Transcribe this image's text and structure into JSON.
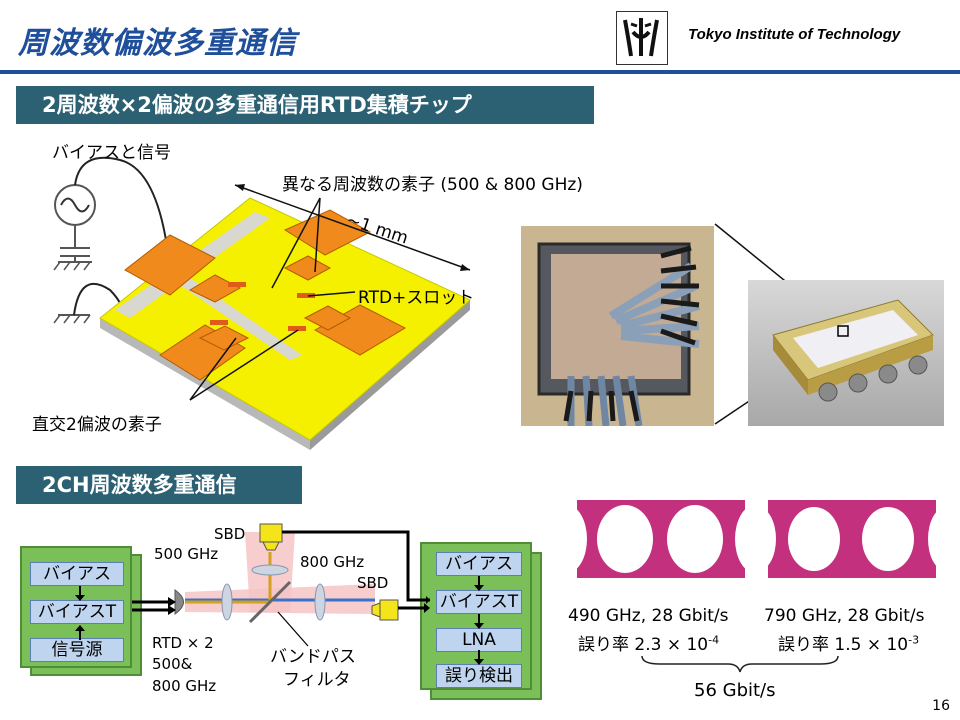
{
  "slide": {
    "title": "周波数偏波多重通信",
    "institute": "Tokyo Institute of Technology",
    "page_number": "16"
  },
  "section1": {
    "heading": "2周波数×2偏波の多重通信用RTD集積チップ",
    "bias_signal": "バイアスと信号",
    "diff_freq": "異なる周波数の素子 (500 & 800 GHz)",
    "size": "~1 mm",
    "rtd_slot": "RTD+スロット",
    "orth_pol": "直交2偏波の素子"
  },
  "section2": {
    "heading": "2CH周波数多重通信",
    "tx": {
      "bias": "バイアス",
      "bias_t": "バイアスT",
      "signal_source": "信号源"
    },
    "rx": {
      "bias": "バイアス",
      "bias_t": "バイアスT",
      "lna": "LNA",
      "error_detect": "誤り検出"
    },
    "sbd_top": "SBD",
    "sbd_right": "SBD",
    "f500": "500 GHz",
    "f800": "800 GHz",
    "rtd_line1": "RTD × 2",
    "rtd_line2": "500&",
    "rtd_line3": "800 GHz",
    "bandpass_line1": "バンドパス",
    "bandpass_line2": "フィルタ"
  },
  "eye_results": [
    {
      "freq": "490 GHz, 28 Gbit/s",
      "ber_label": "誤り率",
      "ber_mantissa": "2.3 × 10",
      "ber_exp": "-4"
    },
    {
      "freq": "790 GHz, 28 Gbit/s",
      "ber_label": "誤り率",
      "ber_mantissa": "1.5 × 10",
      "ber_exp": "-3"
    }
  ],
  "total_rate": "56 Gbit/s",
  "colors": {
    "title_blue": "#1f4e9b",
    "banner_teal": "#2b6173",
    "chip_yellow": "#f5f000",
    "pad_orange": "#f08a1c",
    "box_green": "#7bbf58",
    "eye_magenta": "#c2307e"
  }
}
